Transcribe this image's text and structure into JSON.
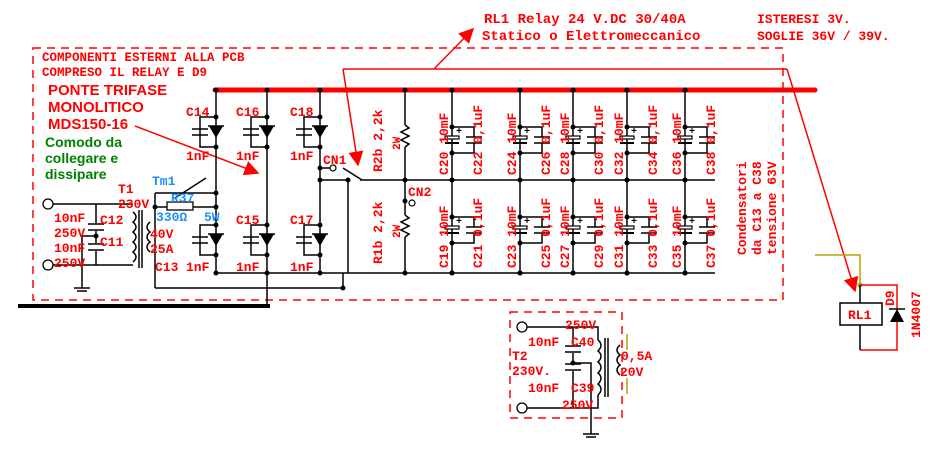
{
  "colors": {
    "annotation": "#ff0000",
    "bus": "#ff0000",
    "wire": "#000000",
    "resistor_label": "#1e90ff",
    "note": "#008000",
    "relay_wire": "#b8a000"
  },
  "relay_note": {
    "line1": "RL1 Relay 24 V.DC 30/40A",
    "line2": "Statico o Elettromeccanico"
  },
  "threshold_note": {
    "line1": "ISTERESI 3V.",
    "line2": "SOGLIE 36V / 39V."
  },
  "pcb_box": {
    "line1": "COMPONENTI ESTERNI ALLA PCB",
    "line2": "COMPRESO IL RELAY E D9"
  },
  "bridge_note": {
    "line1": "PONTE TRIFASE",
    "line2": "MONOLITICO",
    "line3": "MDS150-16"
  },
  "mount_note": {
    "line1": "Comodo da",
    "line2": "collegare e",
    "line3": "dissipare"
  },
  "t1": {
    "name": "T1",
    "primary": "230V",
    "secondary_v": "40V",
    "secondary_a": "25A"
  },
  "input_caps": [
    {
      "value": "10nF",
      "voltage": "250V",
      "name": "C12"
    },
    {
      "value": "10nF",
      "voltage": "250V",
      "name": "C11"
    }
  ],
  "thermal": {
    "name": "Tm1"
  },
  "r37": {
    "name": "R37",
    "value": "330Ω",
    "power": "5W"
  },
  "bridge_caps": {
    "upper": [
      {
        "name": "C14",
        "value": "1nF"
      },
      {
        "name": "C16",
        "value": "1nF"
      },
      {
        "name": "C18",
        "value": "1nF"
      }
    ],
    "lower": [
      {
        "name": "C13",
        "value": "1nF"
      },
      {
        "name": "C15",
        "value": "1nF"
      },
      {
        "name": "C17",
        "value": "1nF"
      }
    ]
  },
  "connectors": {
    "cn1": "CN1",
    "cn2": "CN2"
  },
  "resistors": {
    "r2b": "R2b 2,2k",
    "r2b_power": "2W",
    "r1b": "R1b 2,2k",
    "r1b_power": "2W"
  },
  "cap_bank": {
    "upper": [
      {
        "elec": "C20 10mF",
        "film": "C22 0,1uF"
      },
      {
        "elec": "C24 10mF",
        "film": "C26 0,1uF"
      },
      {
        "elec": "C28 10mF",
        "film": "C30 0,1uF"
      },
      {
        "elec": "C32 10mF",
        "film": "C34 0,1uF"
      },
      {
        "elec": "C36 10mF",
        "film": "C38 0,1uF"
      }
    ],
    "lower": [
      {
        "elec": "C19 10mF",
        "film": "C21 0,1uF"
      },
      {
        "elec": "C23 10mF",
        "film": "C25 0,1uF"
      },
      {
        "elec": "C27 10mF",
        "film": "C29 0,1uF"
      },
      {
        "elec": "C31 10mF",
        "film": "C33 0,1uF"
      },
      {
        "elec": "C35 10mF",
        "film": "C37 0,1uF"
      }
    ]
  },
  "bank_note": {
    "line1": "Condensatori",
    "line2": "da C13 a C38",
    "line3": "tensione 63V"
  },
  "relay": {
    "name": "RL1",
    "diode": "D9",
    "diode_part": "1N4007"
  },
  "t2": {
    "name": "T2",
    "primary": "230V.",
    "secondary_a": "0,5A",
    "secondary_v": "20V",
    "caps": [
      {
        "value": "10nF",
        "name": "C40",
        "voltage": "250V"
      },
      {
        "value": "10nF",
        "name": "C39",
        "voltage": "250V"
      }
    ]
  }
}
